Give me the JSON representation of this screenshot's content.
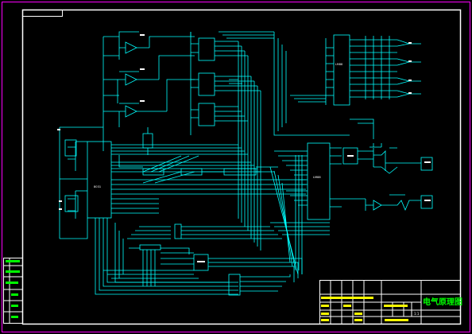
{
  "title_block": {
    "drawing_title": "电气原理图",
    "scale_value": "1:1"
  },
  "chips": {
    "main_mcu": "8031",
    "io_chip": "LM88",
    "latch_chip": "LM88"
  },
  "colors": {
    "wire": "#00ffff",
    "frame": "#ffffff",
    "sheet_border": "#ff00ff",
    "title_text": "#00ff00",
    "label_text": "#ffff00"
  }
}
